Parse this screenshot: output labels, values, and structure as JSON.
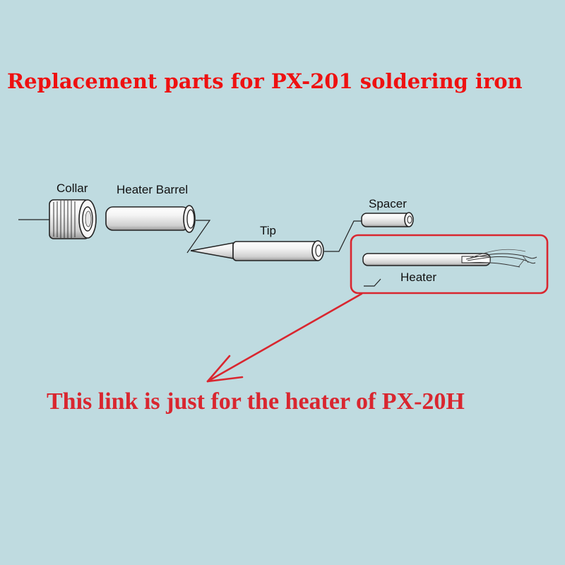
{
  "title": "Replacement parts for PX-201 soldering iron",
  "note": "This link is just for the heater of PX-20H",
  "parts": {
    "collar": "Collar",
    "heater_barrel": "Heater Barrel",
    "tip": "Tip",
    "spacer": "Spacer",
    "heater": "Heater"
  },
  "colors": {
    "background": "#bfdbe0",
    "title": "#ee1111",
    "highlight": "#d9262f"
  }
}
